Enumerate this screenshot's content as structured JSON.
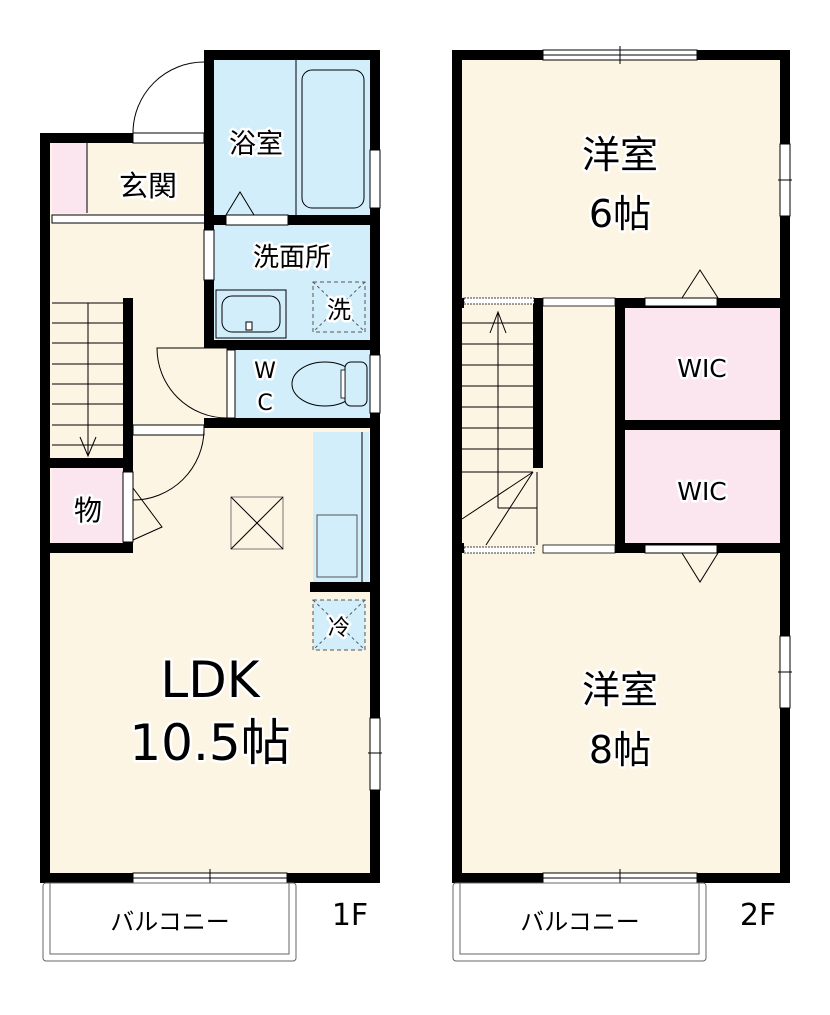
{
  "colors": {
    "room_floor": "#fdf5e3",
    "wet_area": "#d3eefb",
    "storage_pink": "#fbe5ef",
    "wall": "#000000",
    "balcony": "#ffffff"
  },
  "floor1": {
    "label": "1F",
    "rooms": {
      "genkan": "玄関",
      "bath": "浴室",
      "washroom": "洗面所",
      "washer": "洗",
      "wc_w": "W",
      "wc_c": "C",
      "storage": "物",
      "fridge": "冷",
      "ldk_name": "LDK",
      "ldk_size": "10.5帖"
    },
    "balcony": "バルコニー"
  },
  "floor2": {
    "label": "2F",
    "rooms": {
      "room6_name": "洋室",
      "room6_size": "6帖",
      "wic1": "WIC",
      "wic2": "WIC",
      "room8_name": "洋室",
      "room8_size": "8帖"
    },
    "balcony": "バルコニー"
  }
}
